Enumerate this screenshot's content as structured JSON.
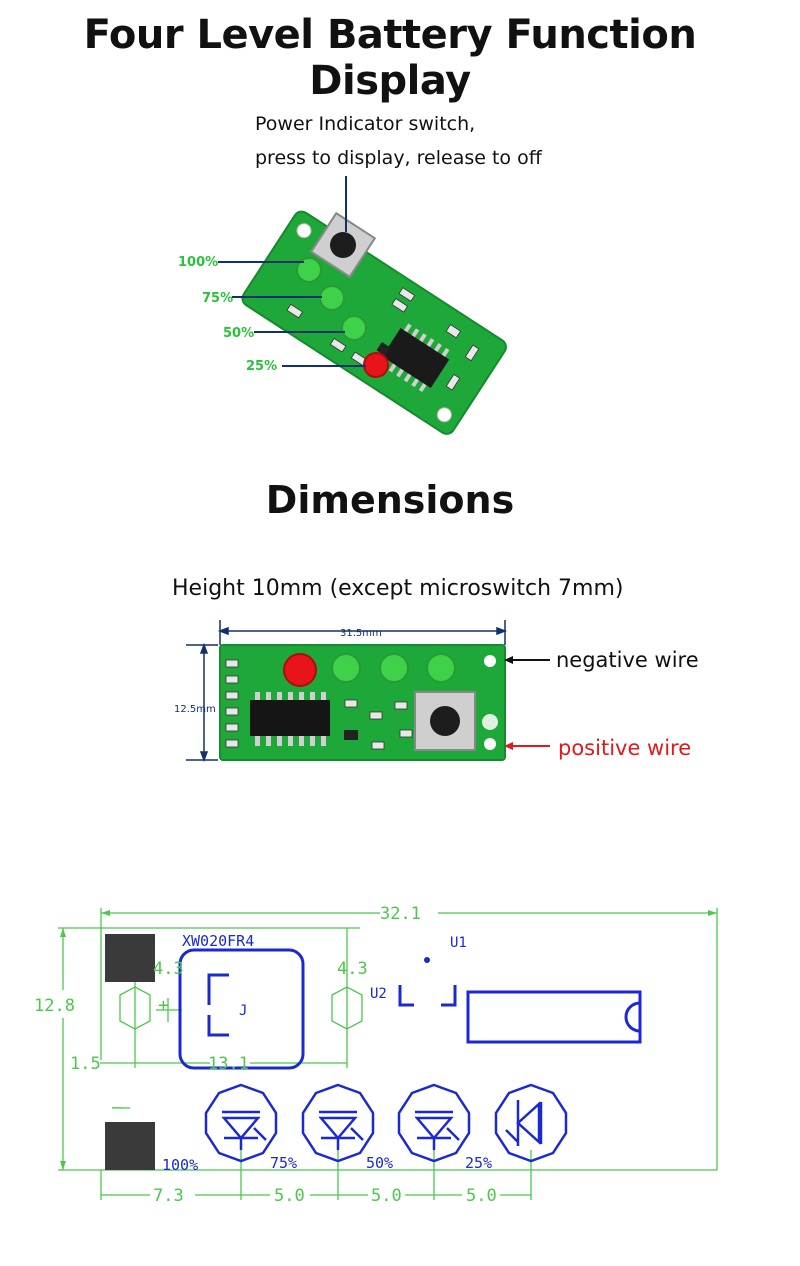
{
  "section1": {
    "title": "Four Level Battery Function Display",
    "switch_note_line1": "Power Indicator switch,",
    "switch_note_line2": "press to display, release to off",
    "levels": [
      "100%",
      "75%",
      "50%",
      "25%"
    ]
  },
  "section2": {
    "title": "Dimensions",
    "height_note": "Height 10mm (except microswitch 7mm)",
    "width_dim": "31.5mm",
    "height_dim": "12.5mm",
    "negative_label": "negative wire",
    "positive_label": "positive wire"
  },
  "drawing": {
    "overall_width": "32.1",
    "overall_height": "12.8",
    "board_label": "XW020FR4",
    "u1": "U1",
    "u2": "U2",
    "j": "J",
    "hole_left": "4.3",
    "hole_right": "4.3",
    "offset_left": "1.5",
    "hole_spacing": "13.1",
    "plus": "+",
    "minus": "—",
    "led_labels": [
      "100%",
      "75%",
      "50%",
      "25%"
    ],
    "bottom_dims": [
      "7.3",
      "5.0",
      "5.0",
      "5.0"
    ]
  },
  "colors": {
    "pcb_green": "#1fa83a",
    "led_green": "#3ed14a",
    "led_red": "#e8141a",
    "callout_blue": "#10306e",
    "label_green": "#29c23a",
    "drawing_green": "#4cc84c",
    "drawing_blue": "#1a2ad0",
    "positive_red": "#e21a1a"
  }
}
